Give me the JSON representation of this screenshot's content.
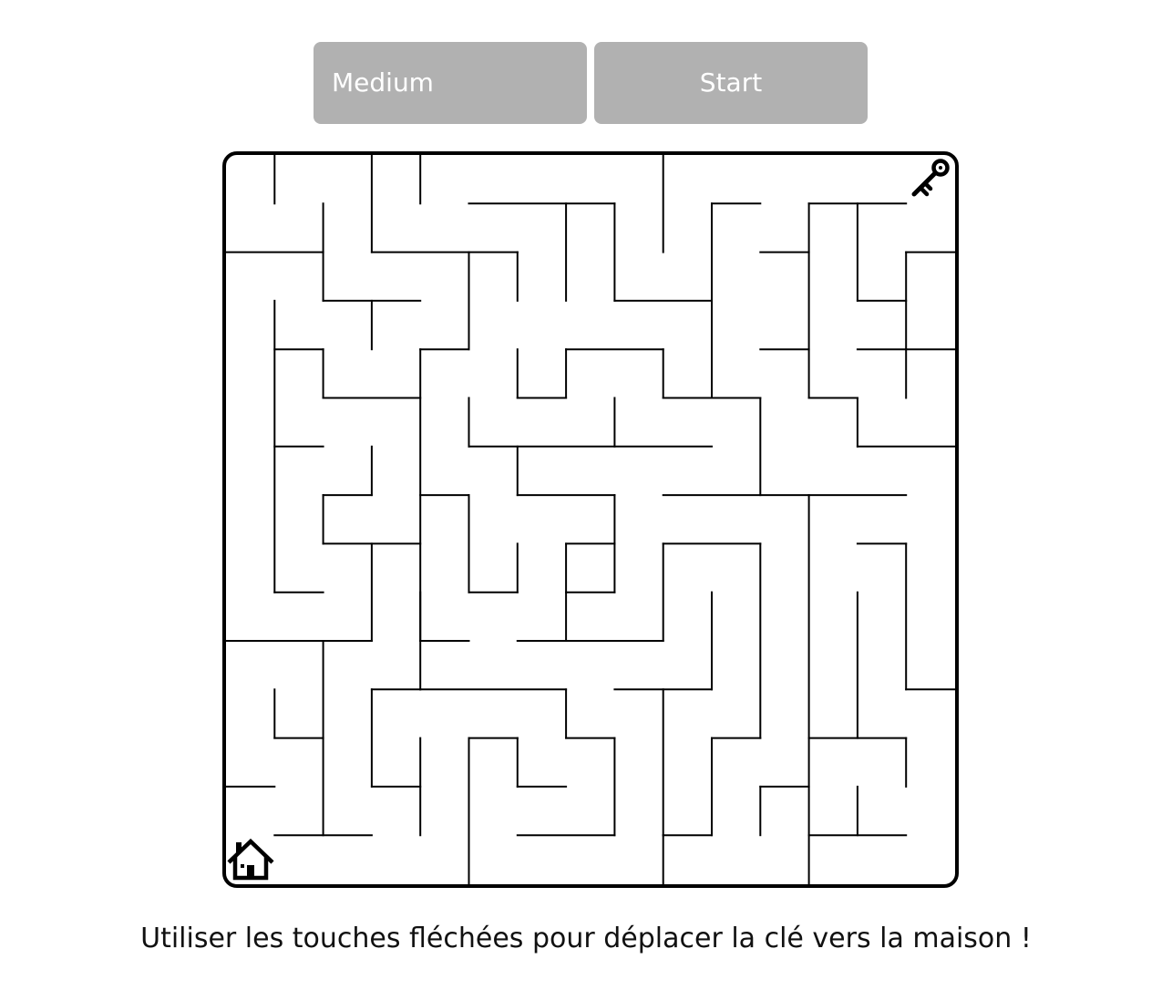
{
  "controls": {
    "difficulty_value": "Medium",
    "start_label": "Start"
  },
  "instructions": "Utiliser les touches fléchées pour déplacer la clé vers la maison !",
  "maze": {
    "cols": 15,
    "rows": 15,
    "player_icon": "key-icon",
    "goal_icon": "home-icon",
    "player_cell": [
      14,
      0
    ],
    "goal_cell": [
      0,
      14
    ]
  },
  "colors": {
    "button_bg": "#b1b1b1",
    "button_text": "#ffffff",
    "wall": "#000000",
    "background": "#ffffff"
  }
}
